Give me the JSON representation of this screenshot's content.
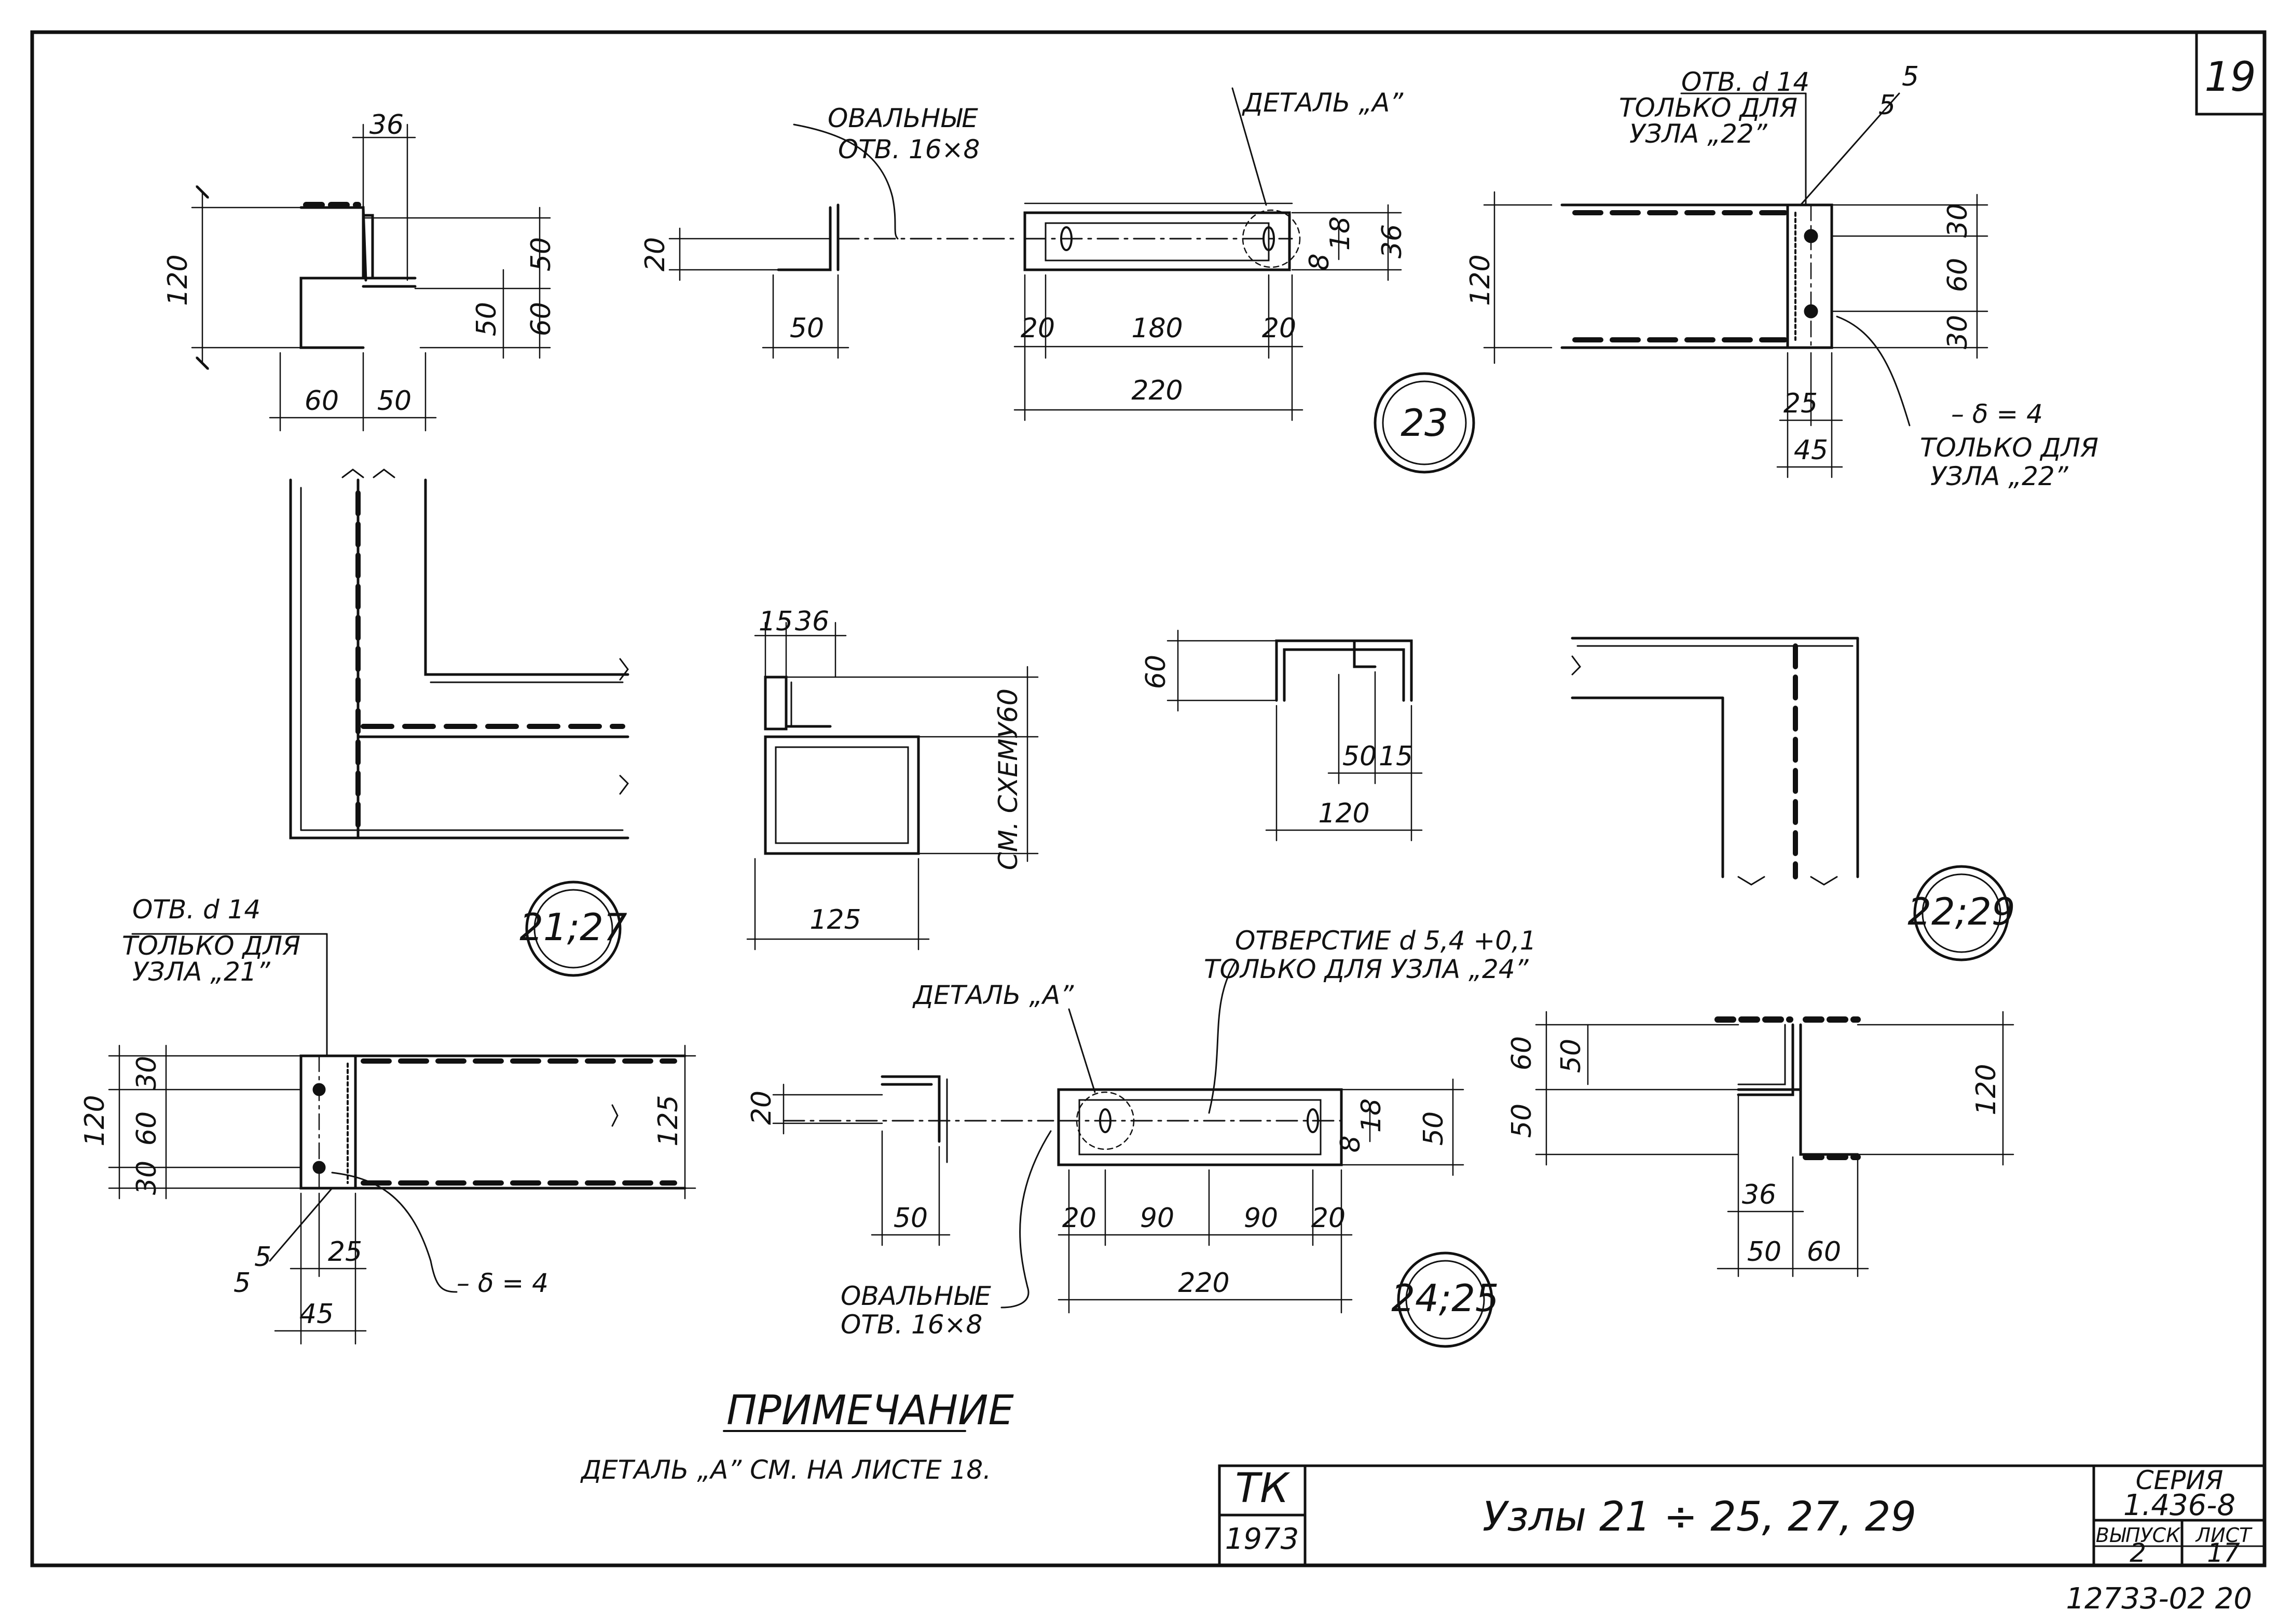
{
  "sheet_number": "19",
  "footer_number": "12733-02  20",
  "note": {
    "heading": "ПРИМЕЧАНИЕ",
    "text": "ДЕТАЛЬ „А” СМ. НА ЛИСТЕ 18."
  },
  "title_block": {
    "org": "ТК",
    "year": "1973",
    "title": "Узлы  21 ÷ 25, 27, 29",
    "series_label": "СЕРИЯ",
    "series_value": "1.436-8",
    "issue_label": "ВЫПУСК",
    "issue_value": "2",
    "sheet_label": "ЛИСТ",
    "sheet_value": "17"
  },
  "nodes": {
    "n23": "23",
    "n21_27": "21;27",
    "n22_29": "22;29",
    "n24_25": "24;25"
  },
  "labels": {
    "oval_holes_top_1": "ОВАЛЬНЫЕ",
    "oval_holes_top_2": "ОТВ. 16×8",
    "detail_a_top": "ДЕТАЛЬ „А”",
    "hole_d14_top": "ОТВ. d 14",
    "only_node22_a_1": "ТОЛЬКО ДЛЯ",
    "only_node22_a_2": "УЗЛА „22”",
    "plate_top": "– δ = 4",
    "only_node22_b_1": "ТОЛЬКО ДЛЯ",
    "only_node22_b_2": "УЗЛА „22”",
    "weld_top_a": "5",
    "weld_top_b": "5",
    "see_scheme": "СМ. СХЕМУ",
    "hole_d14_bottom": "ОТВ. d 14",
    "only_node21_1": "ТОЛЬКО ДЛЯ",
    "only_node21_2": "УЗЛА „21”",
    "plate_bottom": "– δ = 4",
    "weld_bottom_a": "5",
    "weld_bottom_b": "5",
    "detail_a_bottom": "ДЕТАЛЬ „А”",
    "hole_d54_1": "ОТВЕРСТИЕ  d 5,4 +0,1",
    "hole_d54_2": "ТОЛЬКО ДЛЯ УЗЛА „24”",
    "oval_holes_bottom_1": "ОВАЛЬНЫЕ",
    "oval_holes_bottom_2": "ОТВ. 16×8"
  },
  "dims": {
    "d1_36": "36",
    "d1_120": "120",
    "d1_50a": "50",
    "d1_50b": "50",
    "d1_60r": "60",
    "d1_60": "60",
    "d1_50c": "50",
    "d2_20": "20",
    "d2_50": "50",
    "d3_20a": "20",
    "d3_180": "180",
    "d3_20b": "20",
    "d3_220": "220",
    "d3_18": "18",
    "d3_8": "8",
    "d3_36": "36",
    "d4_120": "120",
    "d4_30a": "30",
    "d4_60": "60",
    "d4_30b": "30",
    "d4_25": "25",
    "d4_45": "45",
    "d5_15": "15",
    "d5_36": "36",
    "d5_60": "60",
    "d5_125": "125",
    "d6_60": "60",
    "d6_50": "50",
    "d6_15": "15",
    "d6_120": "120",
    "d7_120": "120",
    "d7_30a": "30",
    "d7_60": "60",
    "d7_30b": "30",
    "d7_125": "125",
    "d7_25": "25",
    "d7_45": "45",
    "d8_20": "20",
    "d8_50": "50",
    "d9_20a": "20",
    "d9_90a": "90",
    "d9_90b": "90",
    "d9_20b": "20",
    "d9_220": "220",
    "d9_18": "18",
    "d9_8": "8",
    "d9_50": "50",
    "d10_60": "60",
    "d10_50a": "50",
    "d10_50b": "50",
    "d10_120": "120",
    "d10_36": "36",
    "d10_50c": "50",
    "d10_60b": "60"
  }
}
